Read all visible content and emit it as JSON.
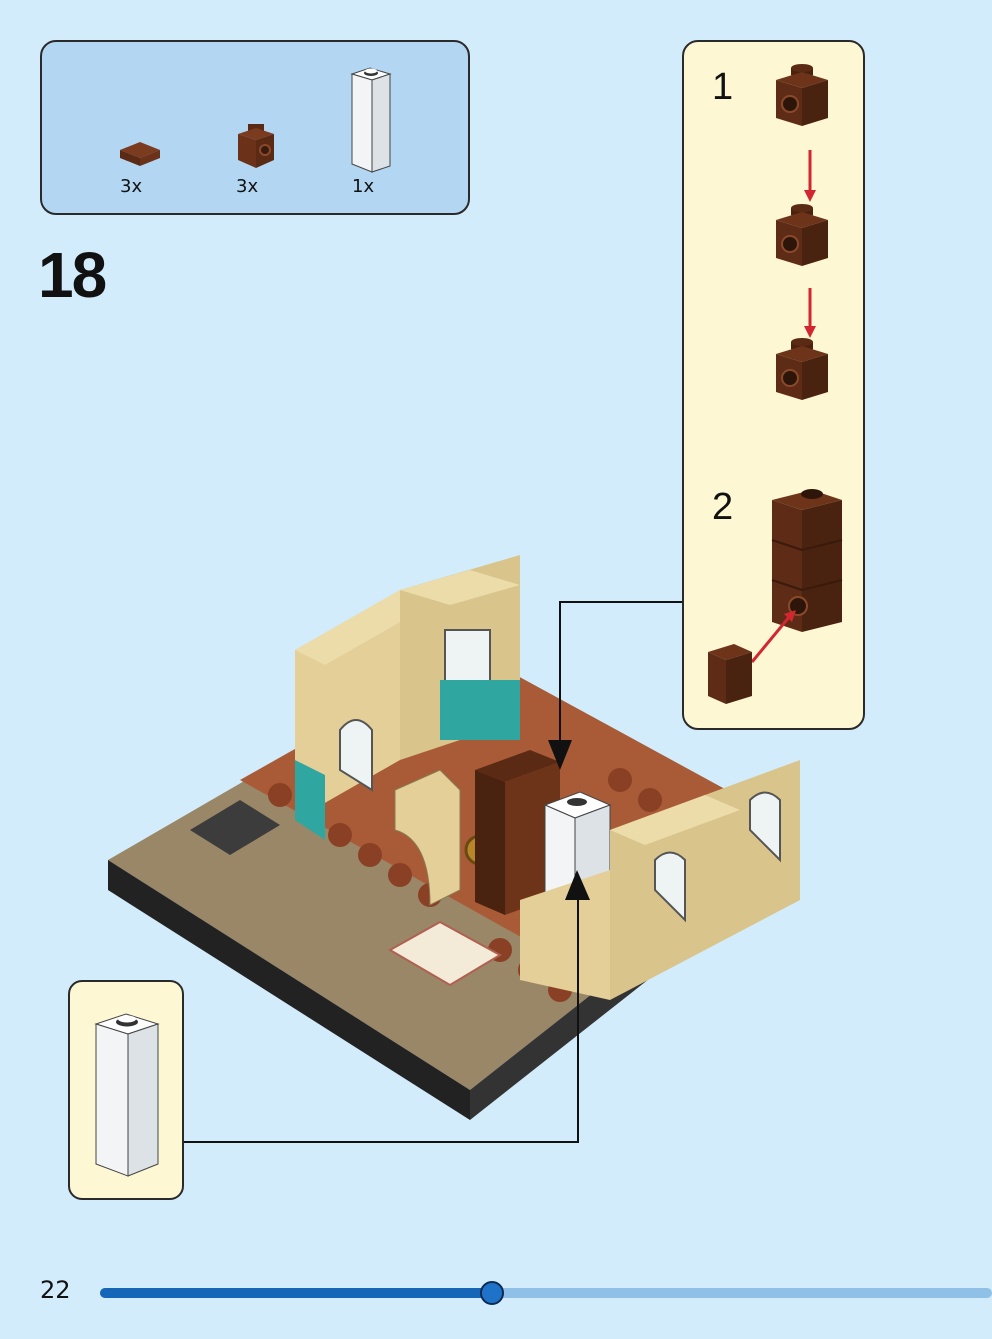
{
  "parts_list": [
    {
      "qty": "3x",
      "icon": "brown-tile-1x1-icon"
    },
    {
      "qty": "3x",
      "icon": "brown-brick-with-stud-side-icon"
    },
    {
      "qty": "1x",
      "icon": "white-column-brick-icon"
    }
  ],
  "step_number": "18",
  "substeps": [
    {
      "label": "1"
    },
    {
      "label": "2"
    }
  ],
  "page_number": "22",
  "progress": {
    "fraction": 0.44
  },
  "colors": {
    "background": "#d3ecfb",
    "parts_box": "#b3d6f2",
    "substep_box": "#fdf7d4",
    "progress_fill": "#1565b8",
    "progress_track": "#8fc0e8",
    "assembly_arrow": "#d22630"
  }
}
